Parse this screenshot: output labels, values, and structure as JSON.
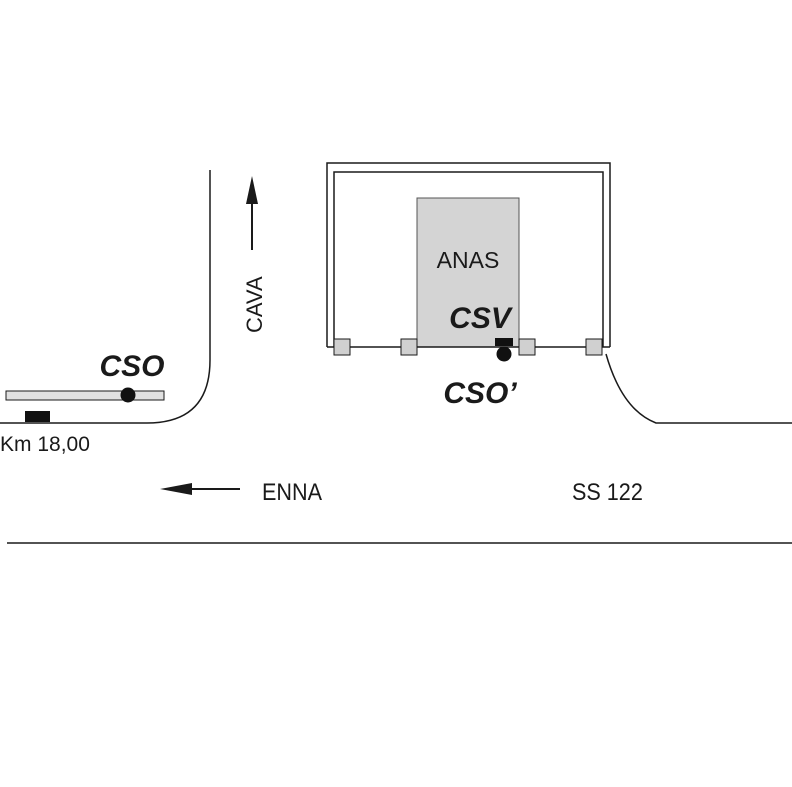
{
  "labels": {
    "anas": "ANAS",
    "csv": "CSV",
    "cso": "CSO",
    "cso_prime": "CSO’",
    "km": "Km 18,00",
    "cava": "CAVA",
    "enna": "ENNA",
    "road": "SS 122"
  },
  "colors": {
    "line": "#1a1a1a",
    "building_fill": "#d4d4d4",
    "pillar_fill": "#d0d0d0",
    "barrier_fill": "#e0e0e0",
    "marker": "#111111"
  }
}
